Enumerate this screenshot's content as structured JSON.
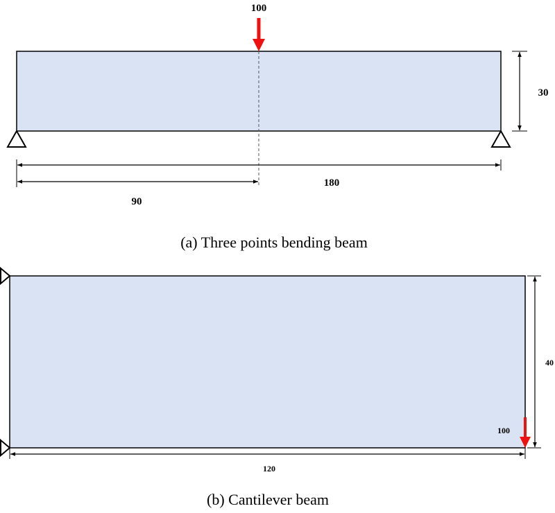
{
  "colors": {
    "beam_fill": "#dae3f3",
    "beam_stroke": "#000000",
    "load_arrow": "#ee1111",
    "dimension_line": "#000000",
    "centerline": "#555555"
  },
  "icons": {
    "support": "triangle-support-icon",
    "load": "down-arrow-icon"
  },
  "figure_a": {
    "caption": "(a) Three points bending beam",
    "load_label": "100",
    "height_label": "30",
    "span_label": "180",
    "half_span_label": "90"
  },
  "figure_b": {
    "caption": "(b) Cantilever beam",
    "load_label": "100",
    "height_label": "40",
    "length_label": "120"
  }
}
